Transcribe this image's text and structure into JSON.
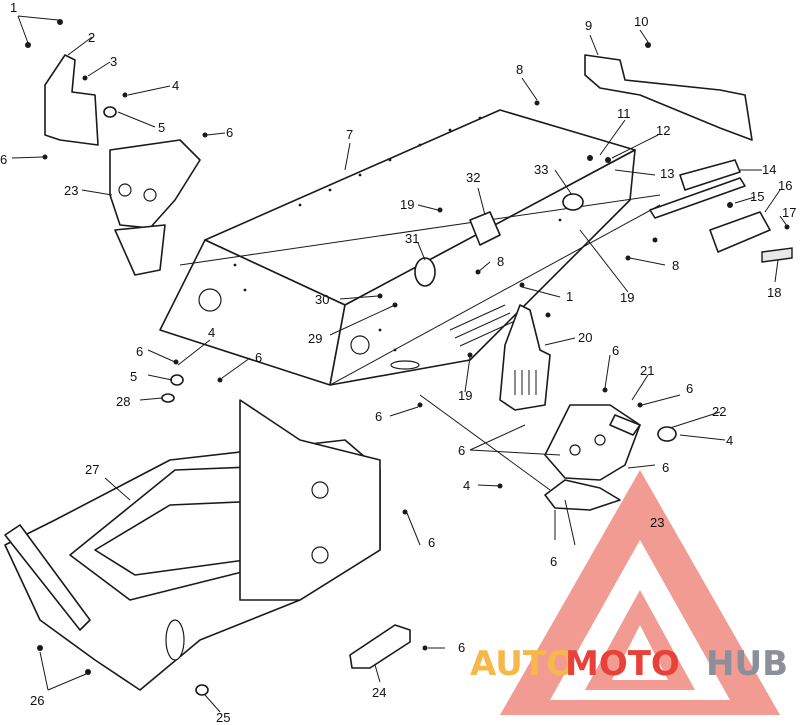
{
  "callouts": {
    "c1": "1",
    "c2": "2",
    "c3": "3",
    "c4": "4",
    "c5": "5",
    "c6": "6",
    "c7": "7",
    "c8": "8",
    "c9": "9",
    "c10": "10",
    "c11": "11",
    "c12": "12",
    "c13": "13",
    "c14": "14",
    "c15": "15",
    "c16": "16",
    "c17": "17",
    "c18": "18",
    "c19": "19",
    "c20": "20",
    "c21": "21",
    "c22": "22",
    "c23": "23",
    "c24": "24",
    "c25": "25",
    "c26": "26",
    "c27": "27",
    "c28": "28",
    "c29": "29",
    "c30": "30",
    "c31": "31",
    "c32": "32",
    "c33": "33"
  },
  "watermark": {
    "part1": "AUTO",
    "part2": "MOTO",
    "part3": "HUB",
    "color_primary": "#e8413a",
    "color_secondary": "#f6b84a",
    "color_tertiary": "#8a8f99"
  }
}
